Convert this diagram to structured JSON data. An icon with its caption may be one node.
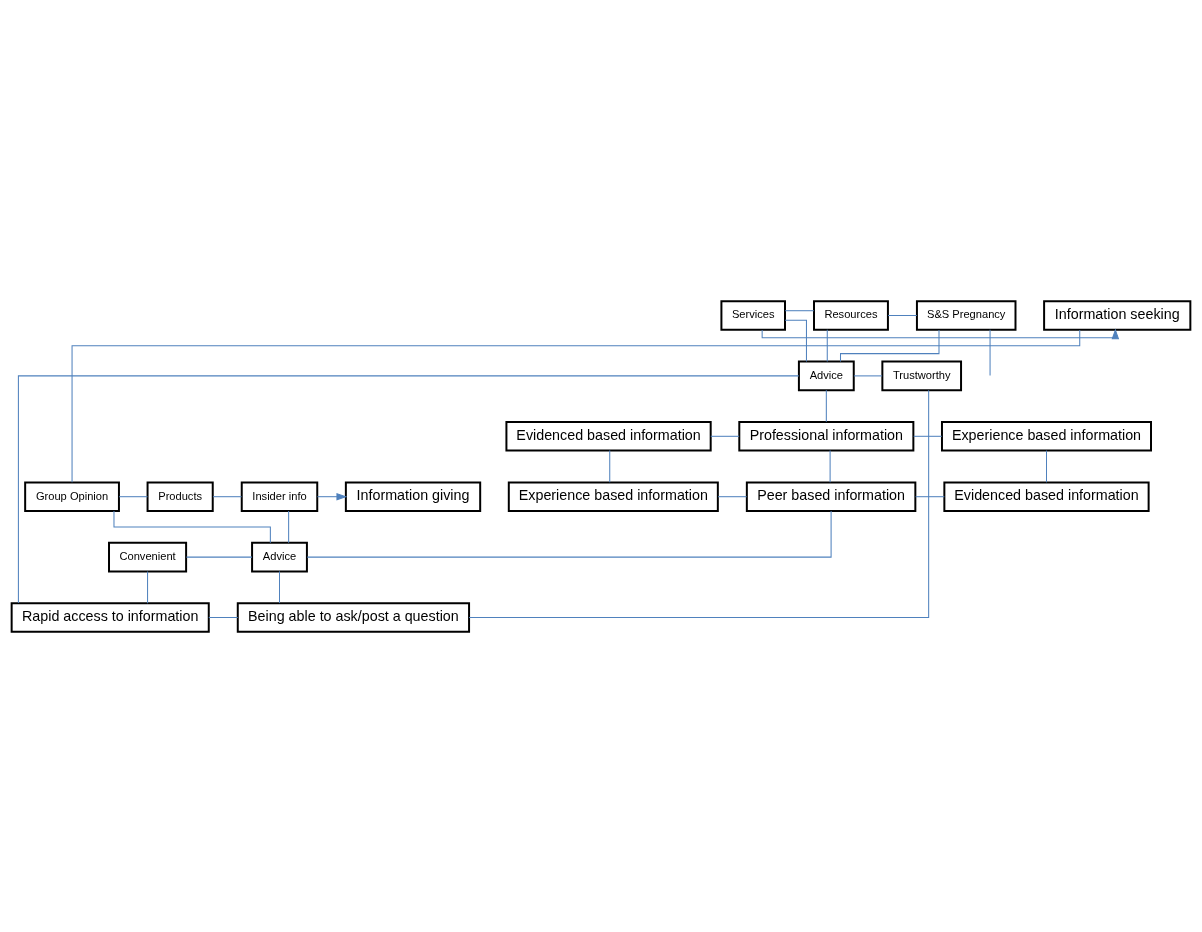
{
  "diagram": {
    "nodes": [
      {
        "text": [
          "Information seeking"
        ]
      },
      {
        "text": [
          "Services"
        ]
      },
      {
        "text": [
          "Resources"
        ]
      },
      {
        "text": [
          "S&S Pregnancy"
        ]
      },
      {
        "text": [
          "Advice"
        ]
      },
      {
        "text": [
          "Trustworthy"
        ]
      },
      {
        "text": [
          "Evidenced based information"
        ]
      },
      {
        "text": [
          "Professional information"
        ]
      },
      {
        "text": [
          "Experience based information"
        ]
      },
      {
        "text": [
          "Rapid access to information"
        ]
      },
      {
        "text": [
          "Being able to ask/post a question"
        ]
      },
      {
        "text": [
          "Experience based information"
        ]
      },
      {
        "text": [
          "Peer based information"
        ]
      },
      {
        "text": [
          "Evidenced based information"
        ]
      },
      {
        "text": [
          "Convenient"
        ]
      },
      {
        "text": [
          "Advice"
        ]
      },
      {
        "text": [
          "Group Opinion"
        ]
      },
      {
        "text": [
          "Products"
        ]
      },
      {
        "text": [
          "Insider info"
        ]
      },
      {
        "text": [
          "Information giving"
        ]
      }
    ],
    "edges": [
      {
        "from": 1,
        "to": 0,
        "arrow": "to"
      },
      {
        "from": 1,
        "to": 2,
        "arrow": "none"
      },
      {
        "from": 2,
        "to": 3,
        "arrow": "none"
      },
      {
        "from": 3,
        "to": null,
        "arrow": "none"
      },
      {
        "from": 2,
        "to": 4,
        "arrow": "none"
      },
      {
        "from": 1,
        "to": 4,
        "arrow": "none"
      },
      {
        "from": 3,
        "to": 4,
        "arrow": "none"
      },
      {
        "from": 4,
        "to": 5,
        "arrow": "none"
      },
      {
        "from": 4,
        "to": 9,
        "arrow": "none"
      },
      {
        "from": 4,
        "to": 7,
        "arrow": "none"
      },
      {
        "from": 5,
        "to": 10,
        "arrow": "none"
      },
      {
        "from": 6,
        "to": 7,
        "arrow": "none"
      },
      {
        "from": 7,
        "to": 8,
        "arrow": "none"
      },
      {
        "from": 7,
        "to": 12,
        "arrow": "none"
      },
      {
        "from": 6,
        "to": 11,
        "arrow": "none"
      },
      {
        "from": 8,
        "to": 13,
        "arrow": "none"
      },
      {
        "from": 9,
        "to": 10,
        "arrow": "none"
      },
      {
        "from": 9,
        "to": 14,
        "arrow": "none"
      },
      {
        "from": 11,
        "to": 12,
        "arrow": "none"
      },
      {
        "from": 12,
        "to": 13,
        "arrow": "none"
      },
      {
        "from": 12,
        "to": 15,
        "arrow": "none"
      },
      {
        "from": 14,
        "to": 15,
        "arrow": "none"
      },
      {
        "from": 16,
        "to": 15,
        "arrow": "none"
      },
      {
        "from": 15,
        "to": 10,
        "arrow": "none"
      },
      {
        "from": 18,
        "to": 15,
        "arrow": "none"
      },
      {
        "from": 0,
        "to": 16,
        "arrow": "none"
      },
      {
        "from": 16,
        "to": 17,
        "arrow": "none"
      },
      {
        "from": 17,
        "to": 18,
        "arrow": "none"
      },
      {
        "from": 18,
        "to": 19,
        "arrow": "to"
      }
    ]
  }
}
